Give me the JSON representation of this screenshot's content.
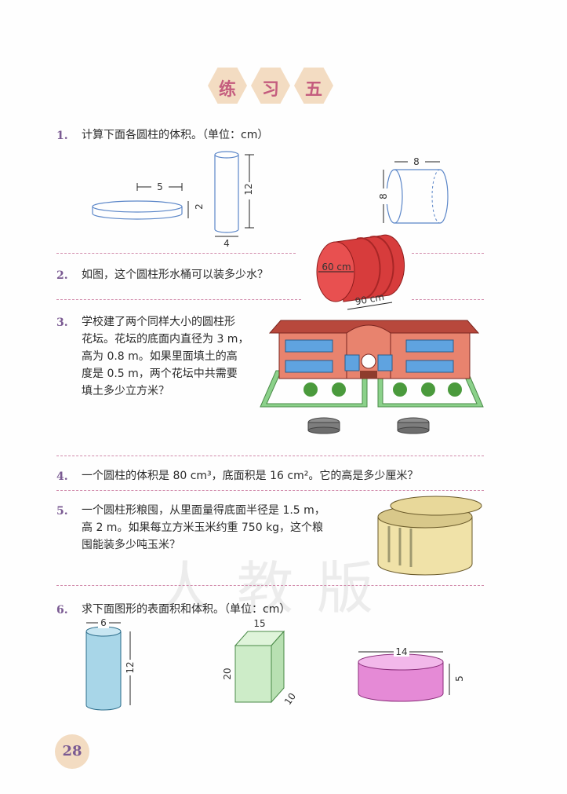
{
  "title": {
    "chars": [
      "练",
      "习",
      "五"
    ]
  },
  "problems": [
    {
      "num": "1.",
      "text": "计算下面各圆柱的体积。（单位：cm）"
    },
    {
      "num": "2.",
      "text": "如图，这个圆柱形水桶可以装多少水？"
    },
    {
      "num": "3.",
      "lines": [
        "学校建了两个同样大小的圆柱形",
        "花坛。花坛的底面内直径为 3 m，",
        "高为 0.8 m。如果里面填土的高",
        "度是 0.5 m，两个花坛中共需要",
        "填土多少立方米？"
      ]
    },
    {
      "num": "4.",
      "text": "一个圆柱的体积是 80 cm³，底面积是 16 cm²。它的高是多少厘米？"
    },
    {
      "num": "5.",
      "lines": [
        "一个圆柱形粮囤，从里面量得底面半径是 1.5 m，",
        "高 2 m。如果每立方米玉米约重 750 kg，这个粮",
        "囤能装多少吨玉米？"
      ]
    },
    {
      "num": "6.",
      "text": "求下面图形的表面积和体积。（单位：cm）"
    }
  ],
  "fig1": {
    "a_d": "5",
    "a_h": "2",
    "b_h": "12",
    "b_d": "4",
    "c_w": "8",
    "c_h": "8"
  },
  "fig2": {
    "diam": "60 cm",
    "len": "90 cm"
  },
  "fig6": {
    "a_d": "6",
    "a_h": "12",
    "b_w": "15",
    "b_h": "20",
    "b_d": "10",
    "c_d": "14",
    "c_h": "5"
  },
  "page_number": "28"
}
